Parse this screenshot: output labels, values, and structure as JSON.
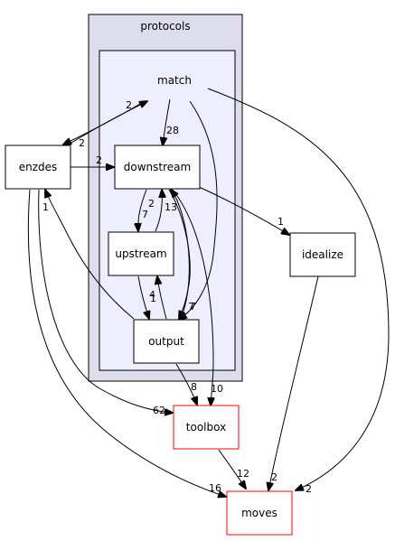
{
  "clusters": {
    "protocols": {
      "label": "protocols"
    },
    "match": {
      "label": "match"
    }
  },
  "nodes": {
    "enzdes": {
      "label": "enzdes"
    },
    "downstream": {
      "label": "downstream"
    },
    "upstream": {
      "label": "upstream"
    },
    "output": {
      "label": "output"
    },
    "idealize": {
      "label": "idealize"
    },
    "toolbox": {
      "label": "toolbox"
    },
    "moves": {
      "label": "moves"
    }
  },
  "edges": {
    "match_enzdes": "2",
    "enzdes_match": "2",
    "match_downstream": "28",
    "match_output": "7",
    "match_moves": "2",
    "enzdes_downstream": "2",
    "enzdes_toolbox": "62",
    "enzdes_moves": "16",
    "downstream_upstream": "7",
    "upstream_downstream": "2",
    "downstream_output": "7",
    "output_downstream": "13",
    "downstream_idealize": "1",
    "downstream_toolbox": "10",
    "upstream_output": "1",
    "output_upstream": "4",
    "output_enzdes": "1",
    "output_toolbox": "8",
    "idealize_moves": "2",
    "toolbox_moves": "12"
  },
  "colors": {
    "protocols_fill": "#ddddee",
    "match_fill": "#eeeeff",
    "node_border": "#000000",
    "highlight_border": "#ff0000"
  }
}
